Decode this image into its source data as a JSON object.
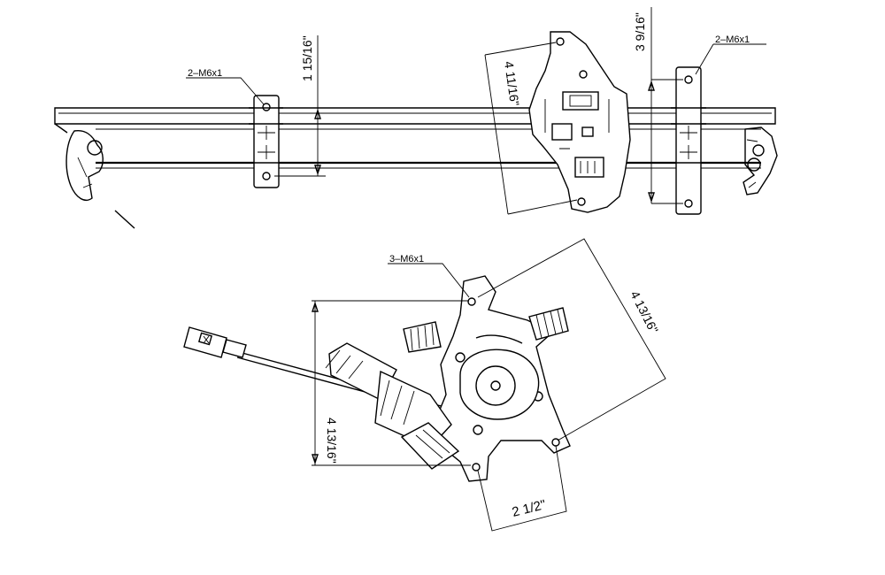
{
  "annotations": {
    "rail_left_bolt": "2–M6x1",
    "rail_right_bolt": "2–M6x1",
    "motor_bolt": "3–M6x1"
  },
  "dimensions": {
    "left_bracket_span": "1 15/16\"",
    "carrier_height": "4 11/16\"",
    "right_bracket_span": "3 9/16\"",
    "motor_width": "4 13/16\"",
    "motor_height": "4 13/16\"",
    "motor_offset": "2 1/2\""
  }
}
